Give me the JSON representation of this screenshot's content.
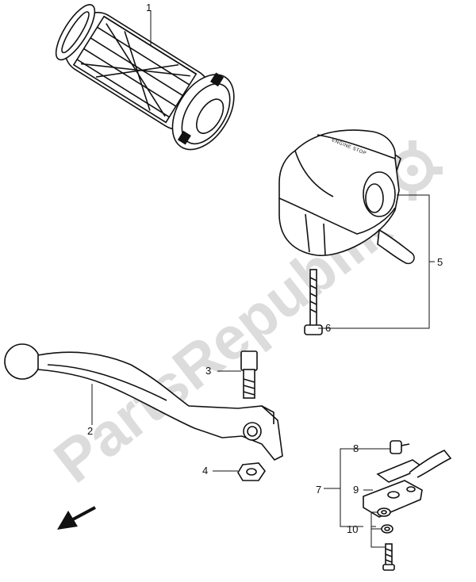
{
  "watermark": "PartsRepublik",
  "switch_label": "ENGINE STOP",
  "callouts": {
    "p1": "1",
    "p2": "2",
    "p3": "3",
    "p4": "4",
    "p5": "5",
    "p6": "6",
    "p7": "7",
    "p8": "8",
    "p9": "9",
    "p10": "10"
  }
}
